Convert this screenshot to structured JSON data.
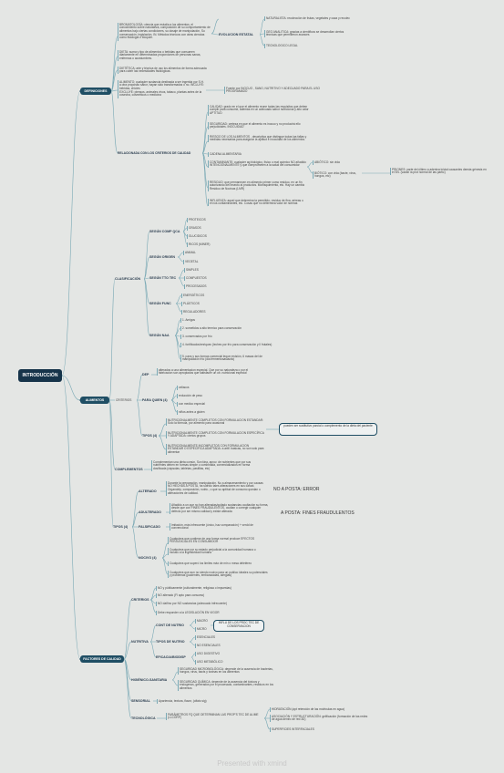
{
  "root": "INTRODUCCIÓN",
  "branches": {
    "definiciones": "DEFINICIONES",
    "alimentos": "ALIMENTOS",
    "factores": "FACTORES DE CALIDAD"
  },
  "definiciones": {
    "bromatologia": "BROMATOLOGÍA: ciencia que estudia a los alimentos, el conocimiento sobre naturaleza, composición de su comportamiento de alimentos bajo ciertas condiciones, su dosaje de manipulación, Su conservación, legislación, IN. Métodos técnicos con otras ciencias como fisiología o bioquím.",
    "evoluciones": "EVOLUCION ESTATAL",
    "evo_items": [
      "NATURALISTA: recolección de frutas, vegetales y caza y recolec",
      "GEO ANALITICA: gracias a científicos se desarrollan ciertos técnicas que permitieron avances",
      "TECNOLOGICO LEGAL"
    ],
    "dieta": "DIETA: suma y tipo de alimentos o bebidas que consumen diariamente en determinadas proporciones de personas sanas, enfermas o acostumbres.",
    "dietetica": "DIETÉTICA: arte y técnica de uso los alimentos de forma adecuada para cubrir las necesidades fisiológicas.",
    "alimento": "ALIMENTO: cualquier sustancia destinada a ser ingerida por S.H. a otra propósito sabor, hayan sido transformados o no. INCLUYE: bebidas, chicles\nEXCLUYE: piensos, animales vivos, tabaco, plantas antes de la cosecha, cosméticos o medicina",
    "fuente": "Fuente por INOCUO , SANO, NUTRITIVO Y ADECUADO PARA EL USO PROGRAMADO",
    "relacionada": "RELACIONADA CON LOS CRITERIOS DE CALIDAD",
    "rel_items": [
      "CALIDAD: grado en el que el alimento reune todas las requisitos que deben cumplir para consumir, además en un adecuado sabor nutricional y alto valor APTITUD",
      "SEGURIDAD: certeza en que el alimento es inocuo y no producirá ello perjudiciales. INOCUIDAD",
      "RIESGO DE LOS ALIMENTOS , descriptiva que distingue todas las fallas y medidas necesarias para asegurar la aptitud e inocuidad de los alimentos.",
      "CADENA ALIMENTARIA",
      "CONTAMINANTE: cualquier ag biológico, físico o mat químico NO añadido INTENCIONALMENTE y que comprometen a la salud del consumidor",
      "RESIDUO: que permanecen en alimento primer como residuo, en un fin autorizando del insecto al productos. Monisquimiento, etc. Hay un cambio Residuo de Nocivas (LMR)",
      "INFLUENZA: aquel que determina la permitido, residuo de fina, aéreas o en los contaminantes, etc. Cosas que no determina valor de normas"
    ],
    "abiotico": "ABIÓTICO: sin vida",
    "biotico": "BIÓTICO: con vida (bacte, virus, hongos, etc)",
    "priones": "PRIONES: parte del último a adenina inicial causantes demás génesis en el SN. (vaciar la prot normal de las partic)"
  },
  "alimentos": {
    "clasificacion": "CLASIFICACIÓN",
    "segun_comp": "SEGÚN COMP QCA",
    "comp_items": [
      "PROTEICOS",
      "GRASOS",
      "GLUCIDICOS",
      "RICOS (MINER)"
    ],
    "segun_origen": "SEGÚN ORIGEN",
    "origen_items": [
      "ANIMAL",
      "VEGETAL"
    ],
    "segun_tto": "SEGÚN TTO TEC",
    "tto_items": [
      "SIMPLES",
      "COMPUESTOS",
      "PROCESADOS"
    ],
    "segun_func": "SEGÚN FUNC",
    "func_items": [
      "ENERGÉTICOS",
      "PLÁSTICOS",
      "REGULADORES"
    ],
    "segun_naa": "SEGÚN NAA",
    "naa_items": [
      "1. Amigos",
      "2. sometidos a alto termico para conservación",
      "3. conservados por frío",
      "4. fortificados/enriquec (leches por frío para conservación y ll frutales)",
      "5. pans y sus formas comercial leque revisión, 6 masas del de manipulación frío (dia fermentosaslactic)"
    ],
    "criterios": "CRITERIOS",
    "dep": "DEP",
    "dep_text": "alterados a una alimentacion especial. Que por su naturaleza o por el fabricacion son apropiados que satisfacer un ob. nutricional especial",
    "para_quien": "PARA QUIEN (4)",
    "quien_items": [
      "celiacos",
      "reducción de peso",
      "con medico especial",
      "niños antes a gluten"
    ],
    "tipos": "TIPOS (4)",
    "tipos_items": [
      "NUTRICIONALMENTE COMPLETOS CON FORMULACION ESTANDAR: Solo la fórmula, por alimento para ocasional",
      "NUTRICIONALMENTE COMPLETOS CON FORMULACION ESPECÍFICA Y ADAPTADA: ciertos grupos",
      "NUTRICIONALMENTE INCOMPLETOS CON FORMULACION ESTANDAR O ESPECÍFICA ADAPTADA: a artif. basicas, no son solo para alimentar"
    ],
    "tipos_box": "pueden ser sustitutivo parcial o complemento de la dieta del paciente",
    "complementos": "COMPLEMENTOS",
    "complementos_text": "Complementan una dieta común. Son fára, aprov. de nutrientes que por sus nutrientes deben en formas simple o combinada, comercializados en forma dosificada (cápsulas, tabletas, pastillas, etc)"
  },
  "alterados": {
    "alterado": "ALTERADO",
    "alterado_text": "Durante la preparación, manipulación. No a almacenamiento y por causas NO HECHAS A POSTA, ha sufrido tales alteraciones en sus caract. Organolép, composición, nutric., o que su aptitud de consumo quedan o alteraciones de calidad.",
    "alterado_note": "NO A POSTA: ERROR",
    "adulterado": "ADULTERADO",
    "adulterado_text": "Añadido a un que no han alteradas/quitado sustancias ocultación su forma, desde que con FINES FRAUDULENTOS, ocultan o corregir cualquier defecto por ser mismo calidad y existe alterada",
    "adulterado_note": "A POSTA: FINES FRAUDULENTOS",
    "falsificado": "FALSIFICADO",
    "falsificado_text": "Imitación, más infrecuente (único, haz comparación) + verdd de convencional",
    "tipos": "TIPOS (4)",
    "nocivo": "NOCIVO (4)",
    "nocivo_items": [
      "Cualquiera que contiene de una forma normal produce EFECTOS PERJUDICIALES EN CONSUMIDOR",
      "Cualquiera que por su estado perjudicial a la comunidad humana o incluso a la ingestividad humana",
      "Cualquiera que superó los limites máx de min o mesa deletéreo",
      "Cualquiera que aun no siendo nocivo para un publico ideales su potenciales y problemas (pacientes, embarazadas, alergias)"
    ]
  },
  "factores": {
    "criterios": "CRITERIOS",
    "criterios_items": [
      "NO y públicamente (culturalmente, religiosa o impuestas)",
      "NO alterado (FI apto para consumo)",
      "NO dañino por NO sustancias (adecuado infrecuente)",
      "Debe responder a la LEGISLACIÓN EN VIGOR"
    ],
    "nutritiva": "NUTRITIVA",
    "cont_nutrio": "CONT DE NUTRIO",
    "cont_items": [
      "MACRO",
      "MICRO"
    ],
    "cont_box": "INFLU DE LOS PROC TEC DE CONSERVACION",
    "tipos_nutrio": "TIPOS DE NUTRIO",
    "tipos_items": [
      "ESENCIALES",
      "NO ESENCIALES"
    ],
    "eficacia": "EFICACIA/BIODISP",
    "eficacia_items": [
      "USO DIGESTIVO",
      "USO METABÓLICO"
    ],
    "higienico": "HIGIÉNICO-SANITARIA",
    "higienico_items": [
      "SEGURIDAD MICROBIOLÓGICA: depende de la ausencia de bacterias, hongos, virus, bacts y toxinas en los alimentos",
      "SEGURIDAD QUÍMICA: depende de la ausencia del tóxicos y endogenos, generados por el procesado, contaminantes, residuos en los alimentos"
    ],
    "sensorial": "SENSORIAL",
    "sensorial_text": "Apariencia, textura, flavor, (olfato sig)",
    "tecnologica": "TECNOLÓGICA",
    "tecnologica_text": "PARÁMETROS FQ QUE DETERMINAN LAS PROP'S TEC DE ALIME (LLCORP)",
    "tecno_items": [
      "HIDRATACIÓN (apt retención de las moléculas en agua)",
      "ASOCIACIÓN Y ESTRUCTURACIÓN: gelificación (formación de las redes de agua dentro de red 3D)",
      "SUPERFICIES INTERFACIALES"
    ]
  },
  "watermark": "Presented with xmind",
  "colors": {
    "background": "#e4e6e4",
    "branch_pill": "#1f4e64",
    "root": "#16344a",
    "connector": "#7aa9b5"
  }
}
